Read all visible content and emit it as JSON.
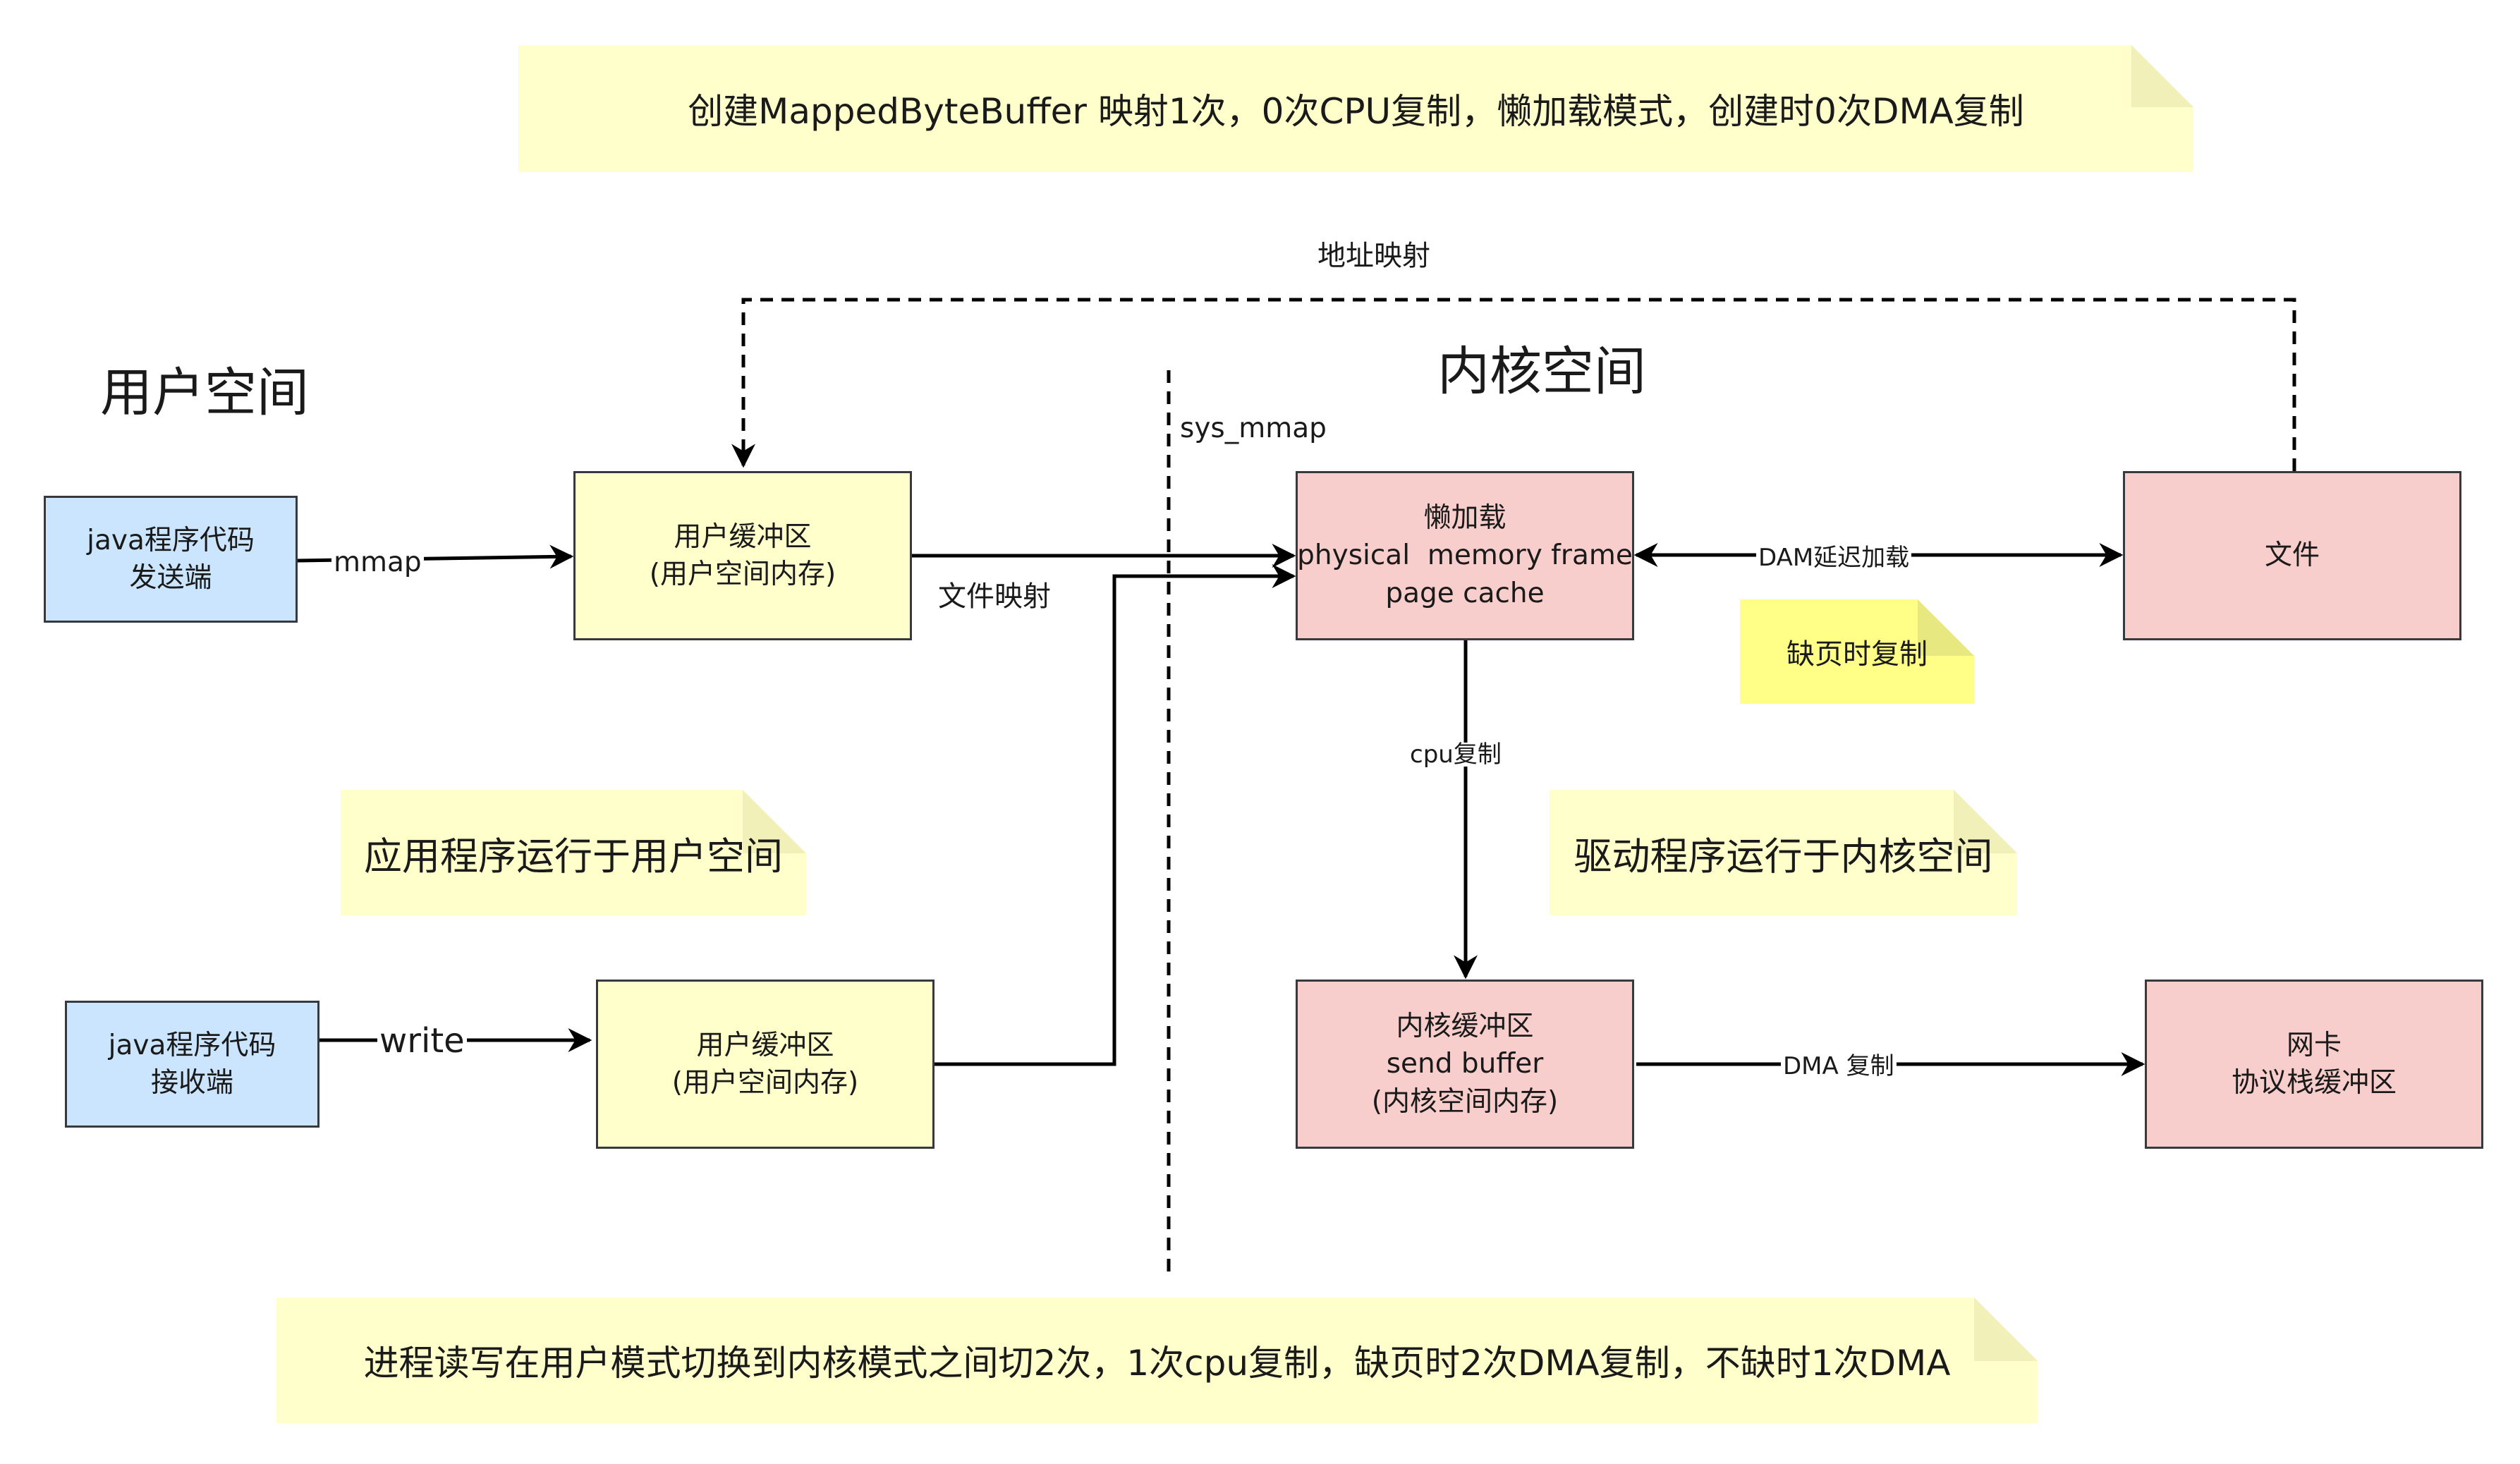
{
  "regions": {
    "user_space": "用户空间",
    "kernel_space": "内核空间"
  },
  "notes": {
    "top": "创建MappedByteBuffer 映射1次，0次CPU复制，懒加载模式，创建时0次DMA复制",
    "app_in_user": "应用程序运行于用户空间",
    "driver_in_kernel": "驱动程序运行于内核空间",
    "page_fault_copy": "缺页时复制",
    "bottom": "进程读写在用户模式切换到内核模式之间切2次，1次cpu复制，缺页时2次DMA复制，不缺时1次DMA"
  },
  "nodes": {
    "java_sender": [
      "java程序代码",
      "发送端"
    ],
    "user_buffer_1": [
      "用户缓冲区",
      "(用户空间内存)"
    ],
    "page_cache": [
      "懒加载",
      "physical  memory frame",
      "page cache"
    ],
    "file": [
      "文件"
    ],
    "java_receiver": [
      "java程序代码",
      "接收端"
    ],
    "user_buffer_2": [
      "用户缓冲区",
      "(用户空间内存)"
    ],
    "kernel_buffer": [
      "内核缓冲区",
      "send buffer",
      "(内核空间内存)"
    ],
    "nic": [
      "网卡",
      "协议栈缓冲区"
    ]
  },
  "edges": {
    "mmap": "mmap",
    "write": "write",
    "file_mapping": "文件映射",
    "address_mapping": "地址映射",
    "sys_mmap": "sys_mmap",
    "dam_lazy_load": "DAM延迟加载",
    "cpu_copy": "cpu复制",
    "dma_copy": "DMA 复制"
  },
  "colors": {
    "blue_fill": "#cce5ff",
    "yellow_fill": "#ffffcc",
    "pink_fill": "#f8cecc",
    "note_fill": "#ffffcc",
    "note_bright_fill": "#ffff88",
    "stroke": "#000000"
  }
}
